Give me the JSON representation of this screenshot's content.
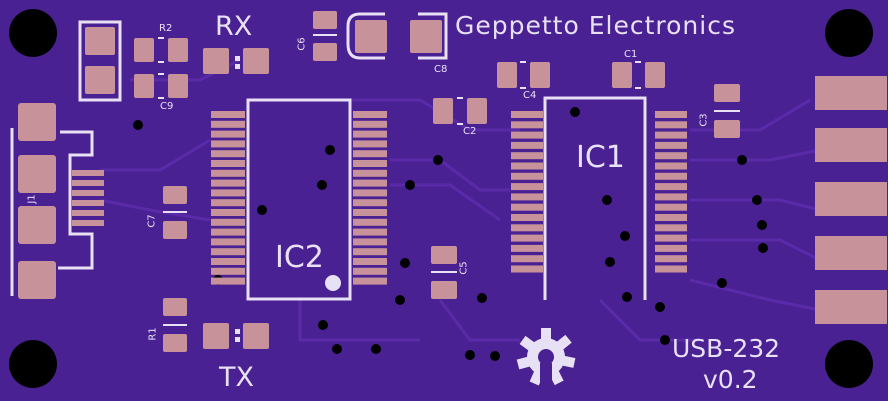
{
  "board": {
    "brand": "Geppetto Electronics",
    "product": "USB-232",
    "version": "v0.2",
    "colors": {
      "mask": "#4a2192",
      "silk": "#e8e0f4",
      "pad": "#c8929a",
      "hole": "#000000"
    }
  },
  "labels": {
    "rx": "RX",
    "tx": "TX",
    "ic1": "IC1",
    "ic2": "IC2",
    "r1": "R1",
    "r2": "R2",
    "c1": "C1",
    "c2": "C2",
    "c3": "C3",
    "c4": "C4",
    "c5": "C5",
    "c6": "C6",
    "c7": "C7",
    "c8": "C8",
    "c9": "C9",
    "j1": "J1"
  },
  "icons": {
    "logo": "open-hardware-gear-icon"
  }
}
